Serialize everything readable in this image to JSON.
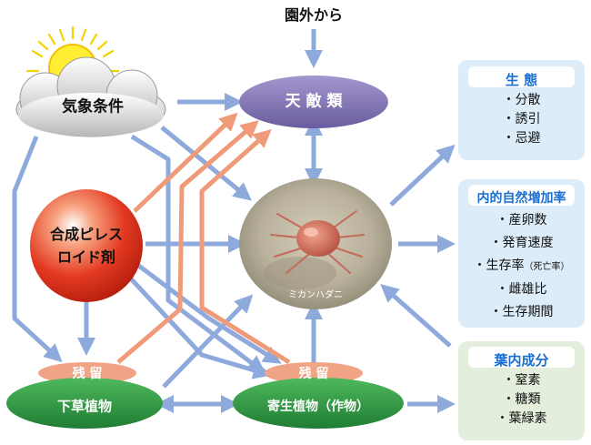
{
  "header": {
    "external_label": "園外から"
  },
  "nodes": {
    "weather": "気象条件",
    "enemies": "天 敵 類",
    "pesticide_line1": "合成ピレス",
    "pesticide_line2": "ロイド剤",
    "mite_caption": "ミカンハダニ",
    "residue_left": "残 留",
    "residue_right": "残 留",
    "weeds": "下草植物",
    "host": "寄生植物（作物）"
  },
  "boxes": {
    "ecology": {
      "title": "生 態",
      "items": [
        "・分散",
        "・誘引",
        "・忌避"
      ]
    },
    "growth": {
      "title": "内的自然増加率",
      "items": [
        "・産卵数",
        "・発育速度",
        "・生存率",
        "・雌雄比",
        "・生存期間"
      ],
      "survival_note": "（死亡率）"
    },
    "leaf": {
      "title": "葉内成分",
      "items": [
        "・窒素",
        "・糖類",
        "・葉緑素"
      ]
    }
  },
  "colors": {
    "blue_arrow": "#8eaadc",
    "orange_arrow": "#ef9b79",
    "box_fill": "#dcecf8",
    "box_fill_leaf": "#e3efdc",
    "title_blue": "#1a6fd1",
    "enemies_fill": "#8477b5",
    "green_fill": "#2e9a45",
    "red_sphere": "#e8402b"
  },
  "icons": [
    "sun-icon",
    "cloud-icon",
    "mite-photo"
  ]
}
